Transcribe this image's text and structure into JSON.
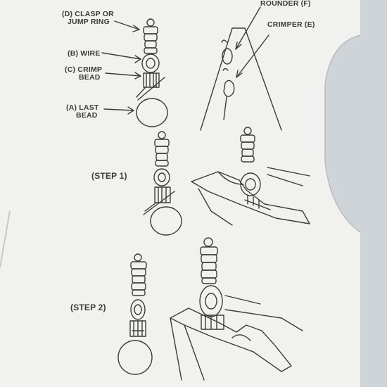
{
  "labels": {
    "clasp_line1": "(D) CLASP OR",
    "clasp_line2": "JUMP RING",
    "wire": "(B) WIRE",
    "crimp_line1": "(C) CRIMP",
    "crimp_line2": "BEAD",
    "last_line1": "(A) LAST",
    "last_line2": "BEAD",
    "rounder": "ROUNDER (F)",
    "crimper": "CRIMPER (E)",
    "step1": "(STEP 1)",
    "step2": "(STEP 2)"
  },
  "colors": {
    "paper": "#f1f2f0",
    "ink": "#3b3b3b",
    "backing": "#cfd4d8"
  }
}
